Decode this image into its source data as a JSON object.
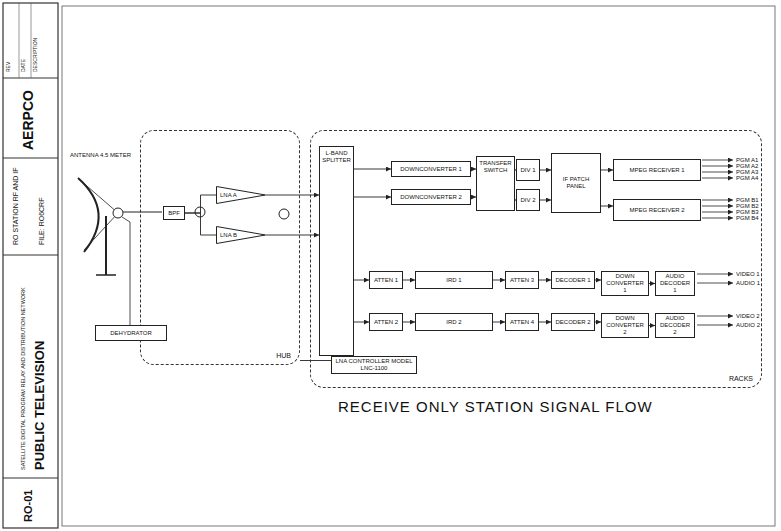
{
  "diagram": {
    "title": "RECEIVE ONLY STATION SIGNAL FLOW",
    "nodes": [
      {
        "text": [
          "HUB"
        ]
      },
      {
        "text": [
          "BPF"
        ],
        "in": 0
      },
      {
        "text": [
          "LNA A"
        ],
        "in": 0
      },
      {
        "text": [
          "LNA B"
        ],
        "in": 0
      },
      {
        "text": [
          "DEHYDRATOR"
        ]
      },
      {
        "text": [
          "RACKS"
        ]
      },
      {
        "text": [
          "L-BAND SPLITTER"
        ],
        "in": 5
      },
      {
        "text": [
          "DOWNCONVERTER 1"
        ],
        "in": 5
      },
      {
        "text": [
          "DOWNCONVERTER 2"
        ],
        "in": 5
      },
      {
        "text": [
          "TRANSFER SWITCH"
        ],
        "in": 5
      },
      {
        "text": [
          "DIV 1"
        ],
        "in": 5
      },
      {
        "text": [
          "DIV 2"
        ],
        "in": 5
      },
      {
        "text": [
          "IF PATCH PANEL"
        ],
        "in": 5
      },
      {
        "text": [
          "MPEG RECEIVER 1"
        ],
        "in": 5
      },
      {
        "text": [
          "MPEG RECEIVER 2"
        ],
        "in": 5
      },
      {
        "text": [
          "ATTEN 1"
        ],
        "in": 5
      },
      {
        "text": [
          "IRD 1"
        ],
        "in": 5
      },
      {
        "text": [
          "ATTEN 3"
        ],
        "in": 5
      },
      {
        "text": [
          "DECODER 1"
        ],
        "in": 5
      },
      {
        "text": [
          "DOWN CONVERTER 1"
        ],
        "in": 5
      },
      {
        "text": [
          "AUDIO DECODER 1"
        ],
        "in": 5
      },
      {
        "text": [
          "ATTEN 2"
        ],
        "in": 5
      },
      {
        "text": [
          "IRD 2"
        ],
        "in": 5
      },
      {
        "text": [
          "ATTEN 4"
        ],
        "in": 5
      },
      {
        "text": [
          "DECODER 2"
        ],
        "in": 5
      },
      {
        "text": [
          "DOWN CONVERTER 2"
        ],
        "in": 5
      },
      {
        "text": [
          "AUDIO DECODER 2"
        ],
        "in": 5
      },
      {
        "text": [
          "LNA CONTROLLER MODEL LNC-1100"
        ],
        "in": 5
      }
    ],
    "edges": [
      {
        "from": 1,
        "to": 2,
        "arrow": "none"
      },
      {
        "from": 1,
        "to": 3,
        "arrow": "none"
      },
      {
        "from": 2,
        "to": 6,
        "arrow": "to"
      },
      {
        "from": 3,
        "to": 6,
        "arrow": "to"
      },
      {
        "from": 6,
        "to": 7,
        "arrow": "to"
      },
      {
        "from": 6,
        "to": 8,
        "arrow": "to"
      },
      {
        "from": 6,
        "to": 15,
        "arrow": "to"
      },
      {
        "from": 6,
        "to": 21,
        "arrow": "to"
      },
      {
        "from": 7,
        "to": 9,
        "arrow": "to"
      },
      {
        "from": 8,
        "to": 9,
        "arrow": "to"
      },
      {
        "from": 9,
        "to": 10,
        "arrow": "to"
      },
      {
        "from": 9,
        "to": 11,
        "arrow": "to"
      },
      {
        "from": 10,
        "to": 12,
        "arrow": "to"
      },
      {
        "from": 11,
        "to": 12,
        "arrow": "to"
      },
      {
        "from": 12,
        "to": 13,
        "arrow": "to"
      },
      {
        "from": 12,
        "to": 14,
        "arrow": "to"
      },
      {
        "from": 15,
        "to": 16,
        "arrow": "to"
      },
      {
        "from": 16,
        "to": 17,
        "arrow": "to"
      },
      {
        "from": 17,
        "to": 18,
        "arrow": "to"
      },
      {
        "from": 18,
        "to": 19,
        "arrow": "to"
      },
      {
        "from": 19,
        "to": 20,
        "arrow": "to"
      },
      {
        "from": 21,
        "to": 22,
        "arrow": "to"
      },
      {
        "from": 22,
        "to": 23,
        "arrow": "to"
      },
      {
        "from": 23,
        "to": 24,
        "arrow": "to"
      },
      {
        "from": 24,
        "to": 25,
        "arrow": "to"
      },
      {
        "from": 25,
        "to": 26,
        "arrow": "to"
      },
      {
        "from": 27,
        "to": 0,
        "arrow": "none"
      }
    ],
    "labels": [
      "ANTENNA 4.5 METER",
      "PUBLIC TELEVISION",
      "SATELLITE DIGITAL PROGRAM RELAY AND DISTRIBUTION NETWORK",
      "AERPCO",
      "RO STATION RF AND IF",
      "FILE: RO6CRF",
      "RO-01",
      "PGM A1",
      "PGM A2",
      "PGM A3",
      "PGM A4",
      "PGM B1",
      "PGM B2",
      "PGM B3",
      "PGM B4",
      "VIDEO 1",
      "AUDIO 1",
      "VIDEO 2",
      "AUDIO 2",
      "REV",
      "DATE",
      "DESCRIPTION"
    ]
  }
}
